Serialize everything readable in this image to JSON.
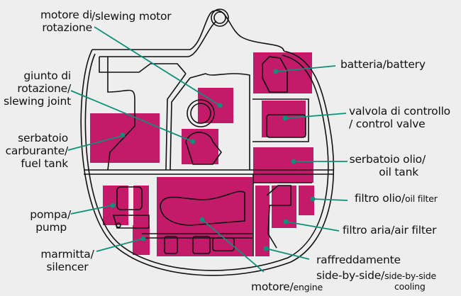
{
  "colors": {
    "background": "#eeeeee",
    "component_fill": "#c41a6a",
    "leader_line": "#0e8f78",
    "outline": "#111111"
  },
  "labels": {
    "slewing_motor": {
      "it_1": "motore di",
      "it_2": "rotazione",
      "sep": "/",
      "en": "slewing motor"
    },
    "slewing_joint": {
      "it_1": "giunto di",
      "it_2": "rotazione",
      "sep": "/",
      "en": "slewing joint"
    },
    "fuel_tank": {
      "it_1": "serbatoio",
      "it_2": "carburante",
      "sep": "/",
      "en": "fuel tank"
    },
    "pump": {
      "it": "pompa",
      "sep": "/",
      "en": "pump"
    },
    "silencer": {
      "it": "marmitta",
      "sep": "/",
      "en": "silencer"
    },
    "engine": {
      "it": "motore",
      "sep": "/",
      "en": "engine"
    },
    "battery": {
      "it": "batteria",
      "sep": "/",
      "en": "battery"
    },
    "control_valve": {
      "it": "valvola di controllo",
      "sep": "/",
      "en": "control valve"
    },
    "oil_tank": {
      "it": "serbatoio olio",
      "sep": "/",
      "en": "oil tank"
    },
    "oil_filter": {
      "it": "filtro olio",
      "sep": "/",
      "en": "oil filter"
    },
    "air_filter": {
      "it": "filtro aria",
      "sep": "/",
      "en": "air filter"
    },
    "cooling": {
      "it_1": "raffreddamente",
      "it_2": "side-by-side",
      "sep": "/",
      "en_1": "side-by-side",
      "en_2": "cooling"
    }
  }
}
